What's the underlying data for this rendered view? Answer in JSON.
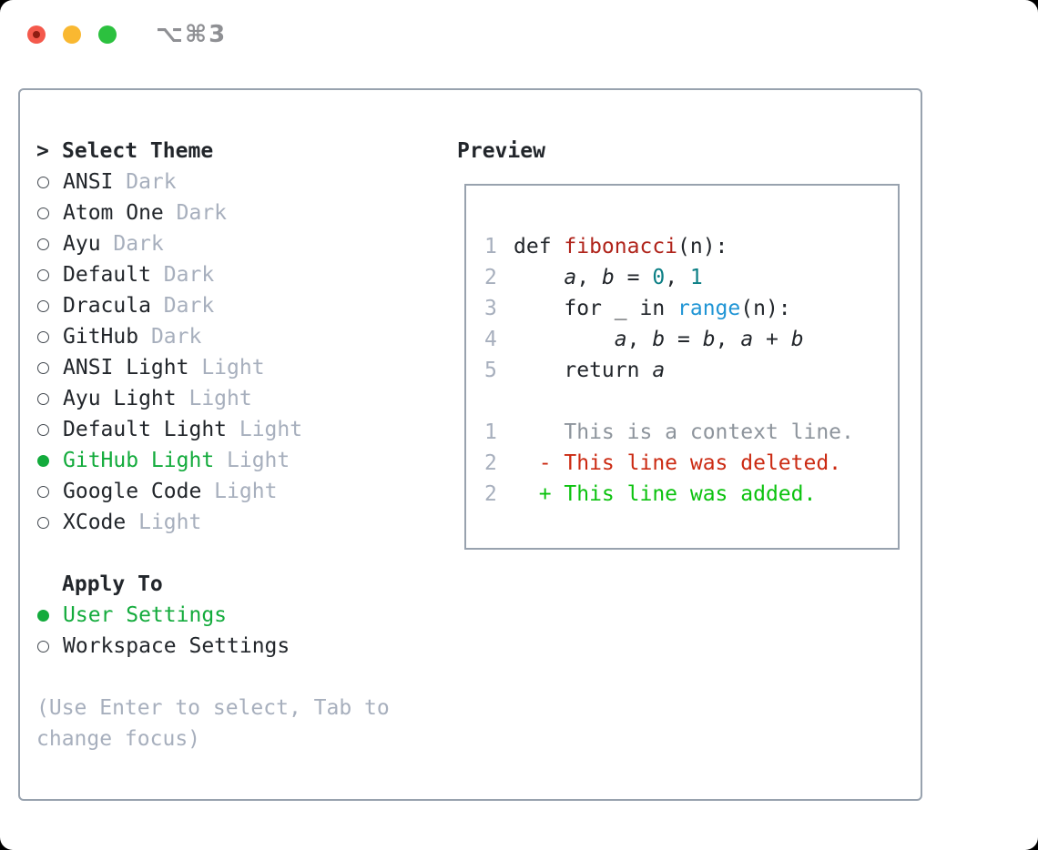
{
  "window": {
    "title": "⌥⌘3"
  },
  "colors": {
    "fg": "#22262b",
    "muted": "#a7afbd",
    "context-gray": "#8d949c",
    "func-red": "#b0241b",
    "deleted-red": "#cb2a12",
    "number-teal": "#0c7f85",
    "call-blue": "#2095d5",
    "added-green": "#0bc20e",
    "selected-green": "#13ab3c",
    "border-gray": "#98a2ae",
    "title-gray": "#8f9094",
    "traffic-red": "#f4594c",
    "traffic-red-dot": "#8e1d12",
    "traffic-yellow": "#f9b831",
    "traffic-green": "#2cc13f"
  },
  "panel": {
    "theme_section": {
      "prompt": ">",
      "header": "Select Theme",
      "items": [
        {
          "name": "ANSI",
          "variant": "Dark",
          "selected": false
        },
        {
          "name": "Atom One",
          "variant": "Dark",
          "selected": false
        },
        {
          "name": "Ayu",
          "variant": "Dark",
          "selected": false
        },
        {
          "name": "Default",
          "variant": "Dark",
          "selected": false
        },
        {
          "name": "Dracula",
          "variant": "Dark",
          "selected": false
        },
        {
          "name": "GitHub",
          "variant": "Dark",
          "selected": false
        },
        {
          "name": "ANSI Light",
          "variant": "Light",
          "selected": false
        },
        {
          "name": "Ayu Light",
          "variant": "Light",
          "selected": false
        },
        {
          "name": "Default Light",
          "variant": "Light",
          "selected": false
        },
        {
          "name": "GitHub Light",
          "variant": "Light",
          "selected": true
        },
        {
          "name": "Google Code",
          "variant": "Light",
          "selected": false
        },
        {
          "name": "XCode",
          "variant": "Light",
          "selected": false
        }
      ]
    },
    "apply_section": {
      "header": "Apply To",
      "options": [
        {
          "label": "User Settings",
          "selected": true
        },
        {
          "label": "Workspace Settings",
          "selected": false
        }
      ]
    },
    "hint": "(Use Enter to select, Tab to change focus)",
    "preview": {
      "header": "Preview",
      "python_lines": [
        {
          "num": "1",
          "tokens": [
            {
              "t": "def ",
              "c": "fg"
            },
            {
              "t": "fibonacci",
              "c": "func"
            },
            {
              "t": "(n):",
              "c": "fg"
            }
          ]
        },
        {
          "num": "2",
          "tokens": [
            {
              "t": "    ",
              "c": "fg"
            },
            {
              "t": "a",
              "c": "var"
            },
            {
              "t": ", ",
              "c": "fg"
            },
            {
              "t": "b",
              "c": "var"
            },
            {
              "t": " = ",
              "c": "fg"
            },
            {
              "t": "0",
              "c": "num"
            },
            {
              "t": ", ",
              "c": "fg"
            },
            {
              "t": "1",
              "c": "num"
            }
          ]
        },
        {
          "num": "3",
          "tokens": [
            {
              "t": "    for _ in ",
              "c": "fg"
            },
            {
              "t": "range",
              "c": "call"
            },
            {
              "t": "(n):",
              "c": "fg"
            }
          ]
        },
        {
          "num": "4",
          "tokens": [
            {
              "t": "        ",
              "c": "fg"
            },
            {
              "t": "a",
              "c": "var"
            },
            {
              "t": ", ",
              "c": "fg"
            },
            {
              "t": "b",
              "c": "var"
            },
            {
              "t": " = ",
              "c": "fg"
            },
            {
              "t": "b",
              "c": "var"
            },
            {
              "t": ", ",
              "c": "fg"
            },
            {
              "t": "a",
              "c": "var"
            },
            {
              "t": " + ",
              "c": "fg"
            },
            {
              "t": "b",
              "c": "var"
            }
          ]
        },
        {
          "num": "5",
          "tokens": [
            {
              "t": "    return ",
              "c": "fg"
            },
            {
              "t": "a",
              "c": "var"
            }
          ]
        }
      ],
      "diff_lines": [
        {
          "num": "1",
          "tokens": [
            {
              "t": "    This is a context line.",
              "c": "ctx"
            }
          ]
        },
        {
          "num": "2",
          "tokens": [
            {
              "t": "  - This line was deleted.",
              "c": "del"
            }
          ]
        },
        {
          "num": "2",
          "tokens": [
            {
              "t": "  + This line was added.",
              "c": "add"
            }
          ]
        }
      ]
    }
  }
}
